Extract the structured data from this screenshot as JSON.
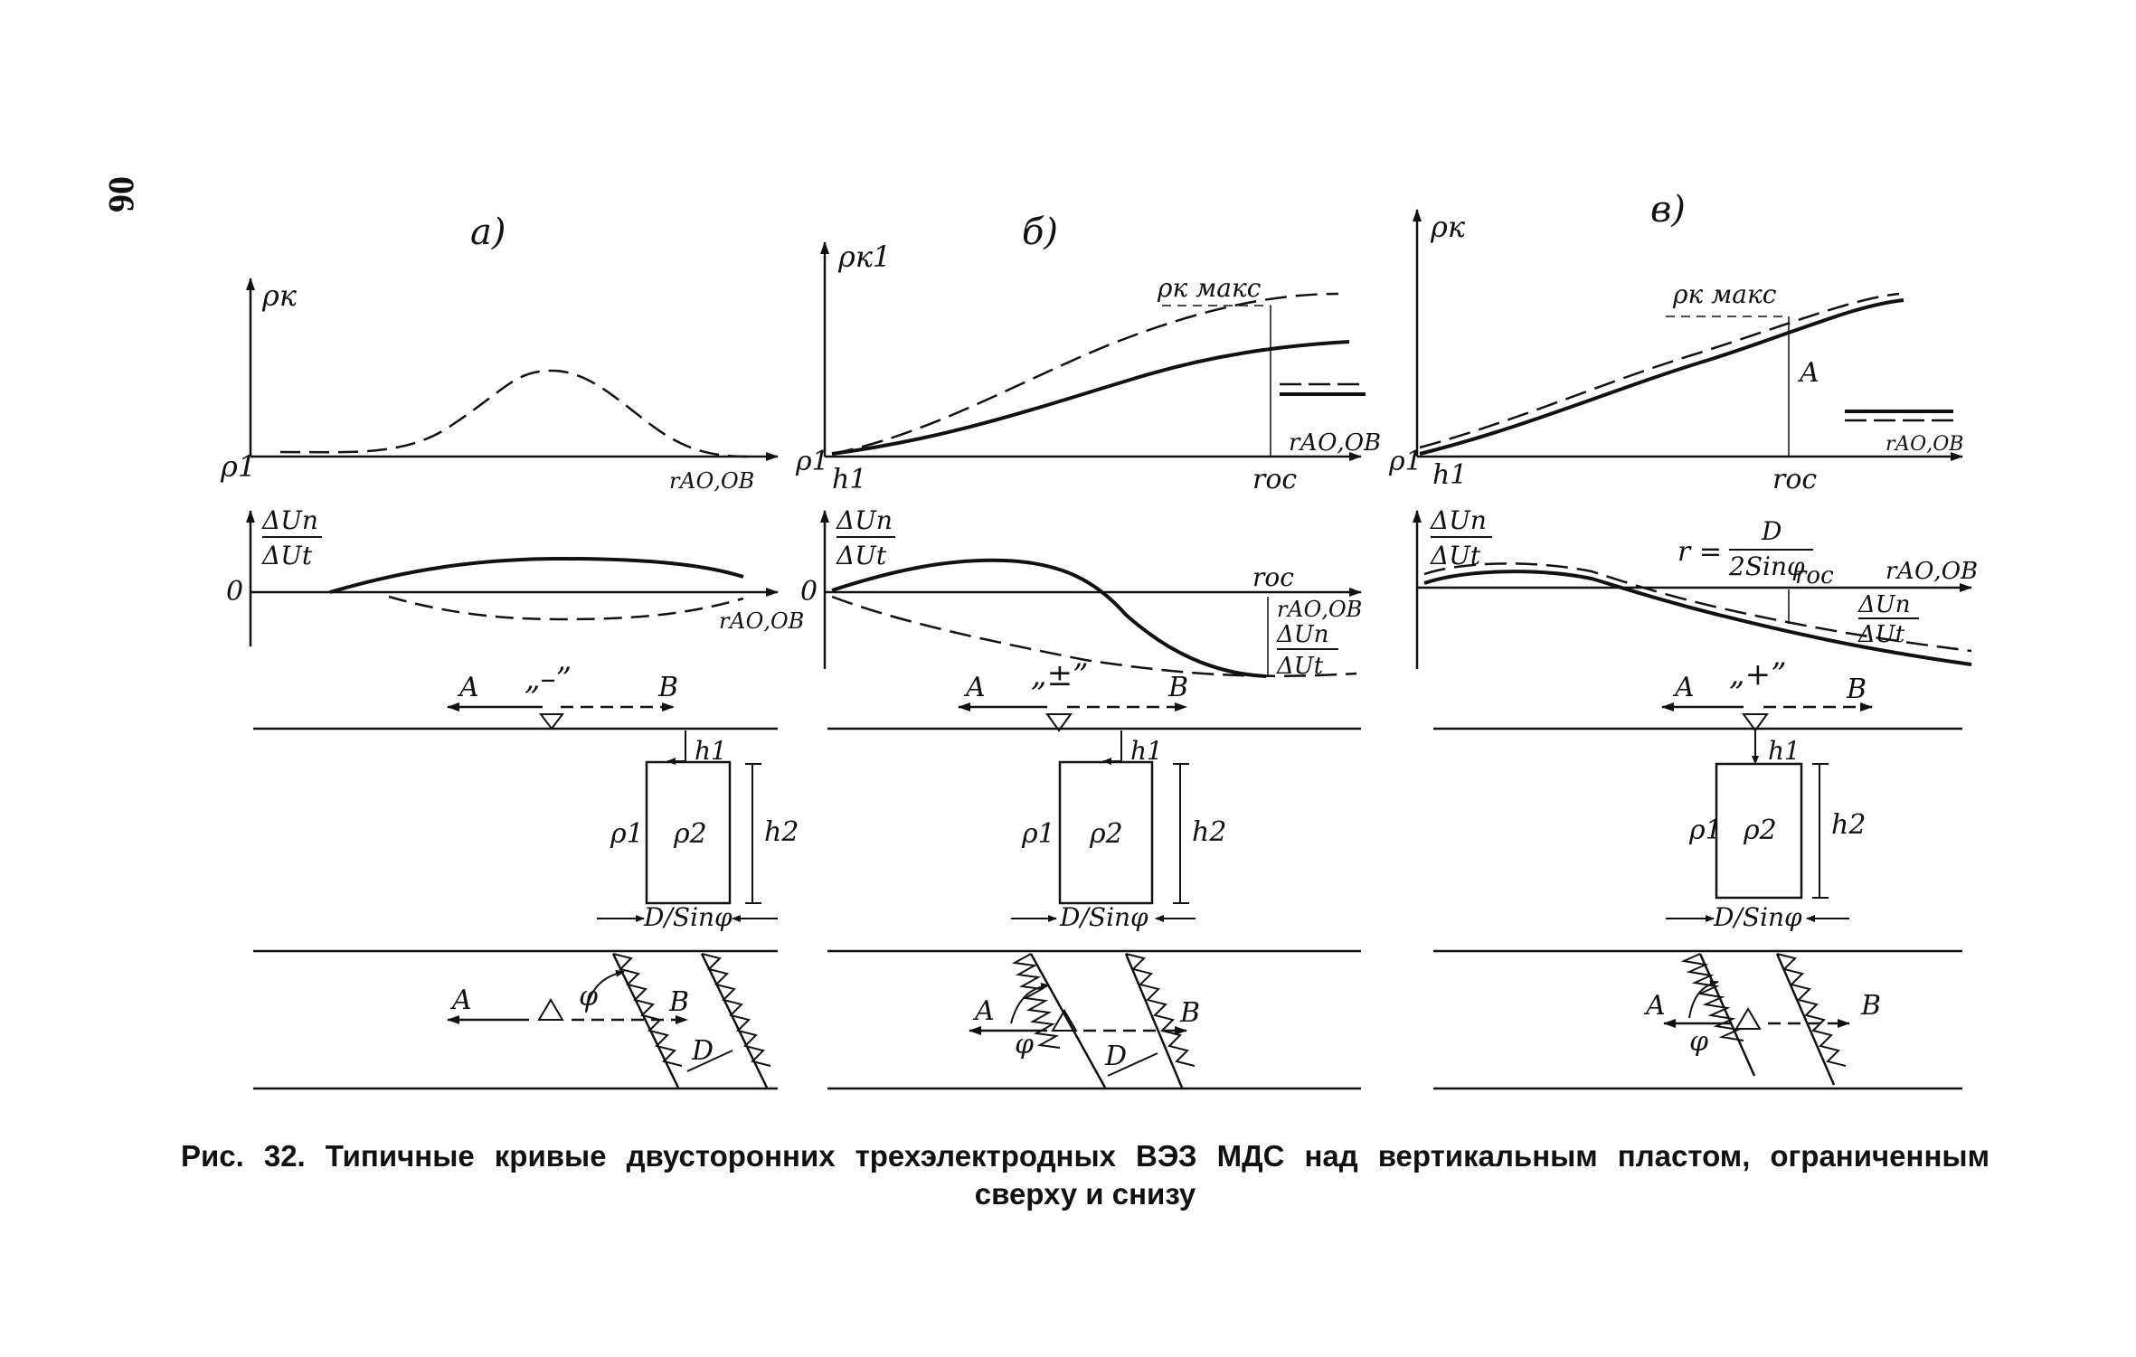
{
  "page": {
    "number": "06"
  },
  "caption": {
    "line1": "Рис. 32. Типичные кривые двусторонних трехэлектродных ВЭЗ МДС над вертикальным пластом, ограниченным",
    "line2": "сверху и снизу"
  },
  "panels": {
    "a": {
      "label": "а)",
      "rho_axis": "ρк",
      "rho_origin": "ρ1",
      "r_axis": "rАО,ОВ",
      "du_axis_num": "ΔUn",
      "du_axis_den": "ΔUt",
      "du_zero": "0",
      "du_r_axis": "rАО,ОВ",
      "arrow_a": "A",
      "arrow_b": "B",
      "sign": "„–”",
      "h1": "h1",
      "h2": "h2",
      "rho1": "ρ1",
      "rho2": "ρ2",
      "width_label": "D/Sinφ",
      "phi": "φ",
      "d_label": "D",
      "plan_a": "A",
      "plan_b": "B"
    },
    "b": {
      "label": "б)",
      "rho_axis": "ρк1",
      "rho_max": "ρк макс",
      "rho_origin": "ρ1",
      "h1_axis": "h1",
      "r_oc": "rос",
      "r_axis": "rАО,ОВ",
      "du_axis_num": "ΔUn",
      "du_axis_den": "ΔUt",
      "du_zero": "0",
      "du_r_oc": "rос",
      "du_r_axis": "rАО,ОВ",
      "du_ratio_num": "ΔUn",
      "du_ratio_den": "ΔUt",
      "arrow_a": "A",
      "arrow_b": "B",
      "sign": "„±”",
      "h1": "h1",
      "h2": "h2",
      "rho1": "ρ1",
      "rho2": "ρ2",
      "width_label": "D/Sinφ",
      "phi": "φ",
      "d_label": "D",
      "plan_a": "A",
      "plan_b": "B"
    },
    "c": {
      "label": "в)",
      "rho_axis": "ρк",
      "rho_max": "ρк макс",
      "a_mark": "A",
      "rho_origin": "ρ1",
      "h1_axis": "h1",
      "r_oc": "rос",
      "r_axis": "rАО,ОВ",
      "du_axis_num": "ΔUn",
      "du_axis_den": "ΔUt",
      "r_formula_left": "r =",
      "r_formula_num": "D",
      "r_formula_den": "2Sinφ",
      "du_r_oc": "rос",
      "du_r_axis": "rАО,ОВ",
      "du_ratio_num": "ΔUn",
      "du_ratio_den": "ΔUt",
      "arrow_a": "A",
      "arrow_b": "B",
      "sign": "„+”",
      "h1": "h1",
      "h2": "h2",
      "rho1": "ρ1",
      "rho2": "ρ2",
      "width_label": "D/Sinφ",
      "phi": "φ",
      "plan_a": "A",
      "plan_b": "B"
    }
  }
}
